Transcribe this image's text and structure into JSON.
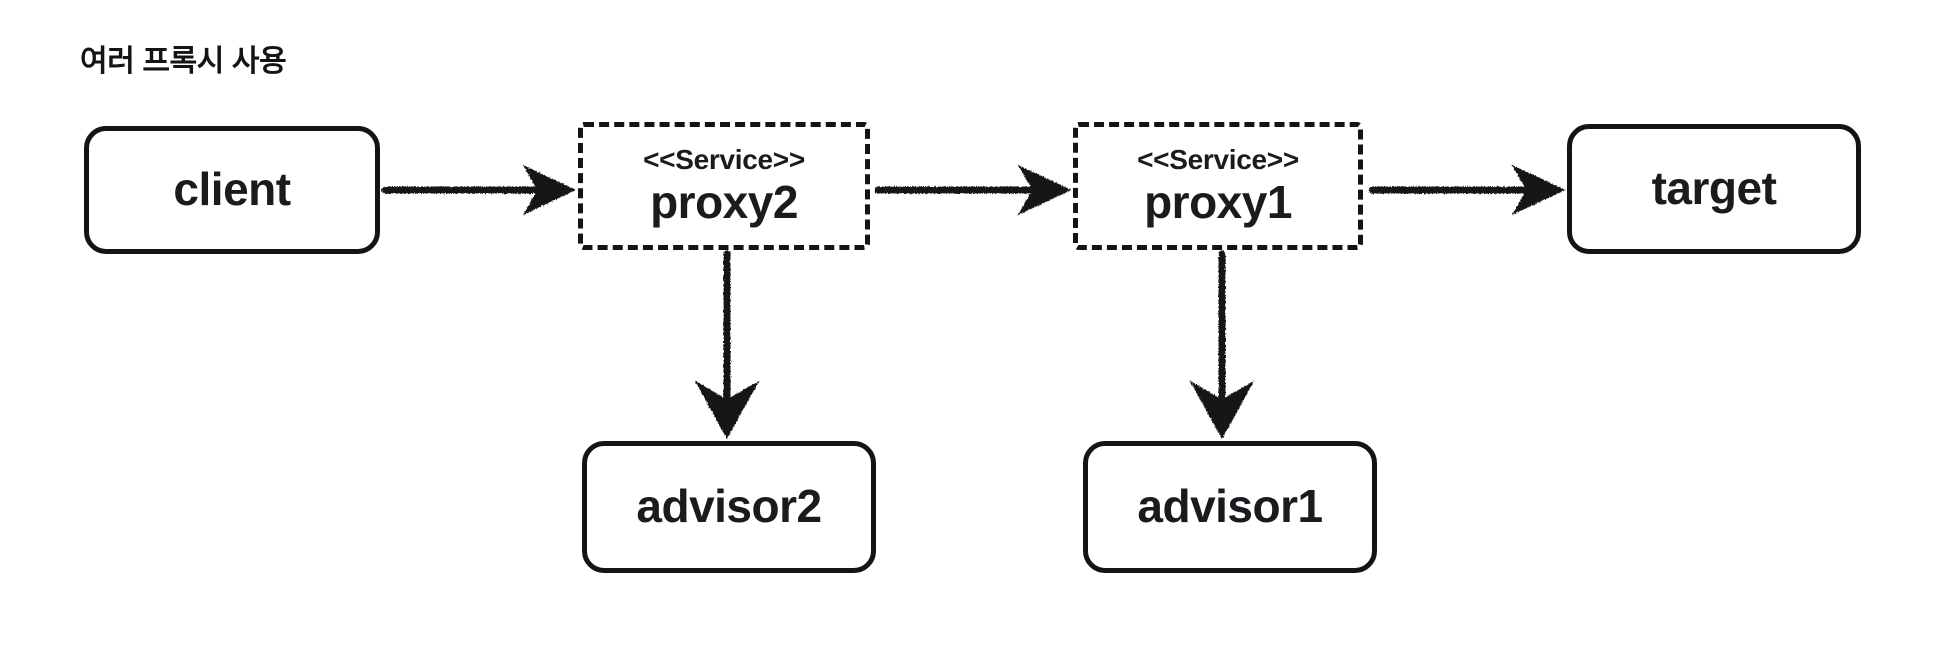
{
  "diagram": {
    "title": "여러 프록시 사용",
    "background_color": "#ffffff",
    "stroke_color": "#141414",
    "text_color": "#1b1b1f",
    "style": "hand-drawn",
    "nodes": [
      {
        "id": "client",
        "label": "client",
        "stereotype": "",
        "shape": "rounded-rectangle",
        "border": "solid"
      },
      {
        "id": "proxy2",
        "label": "proxy2",
        "stereotype": "<<Service>>",
        "shape": "rectangle",
        "border": "dashed"
      },
      {
        "id": "proxy1",
        "label": "proxy1",
        "stereotype": "<<Service>>",
        "shape": "rectangle",
        "border": "dashed"
      },
      {
        "id": "target",
        "label": "target",
        "stereotype": "",
        "shape": "rounded-rectangle",
        "border": "solid"
      },
      {
        "id": "advisor2",
        "label": "advisor2",
        "stereotype": "",
        "shape": "rounded-rectangle",
        "border": "solid"
      },
      {
        "id": "advisor1",
        "label": "advisor1",
        "stereotype": "",
        "shape": "rounded-rectangle",
        "border": "solid"
      }
    ],
    "edges": [
      {
        "id": "client-to-proxy2",
        "from": "client",
        "to": "proxy2",
        "label": "",
        "direction": "right",
        "arrowhead": "filled"
      },
      {
        "id": "proxy2-to-proxy1",
        "from": "proxy2",
        "to": "proxy1",
        "label": "",
        "direction": "right",
        "arrowhead": "filled"
      },
      {
        "id": "proxy1-to-target",
        "from": "proxy1",
        "to": "target",
        "label": "",
        "direction": "right",
        "arrowhead": "filled"
      },
      {
        "id": "proxy2-to-advisor2",
        "from": "proxy2",
        "to": "advisor2",
        "label": "",
        "direction": "down",
        "arrowhead": "filled"
      },
      {
        "id": "proxy1-to-advisor1",
        "from": "proxy1",
        "to": "advisor1",
        "label": "",
        "direction": "down",
        "arrowhead": "filled"
      }
    ]
  }
}
